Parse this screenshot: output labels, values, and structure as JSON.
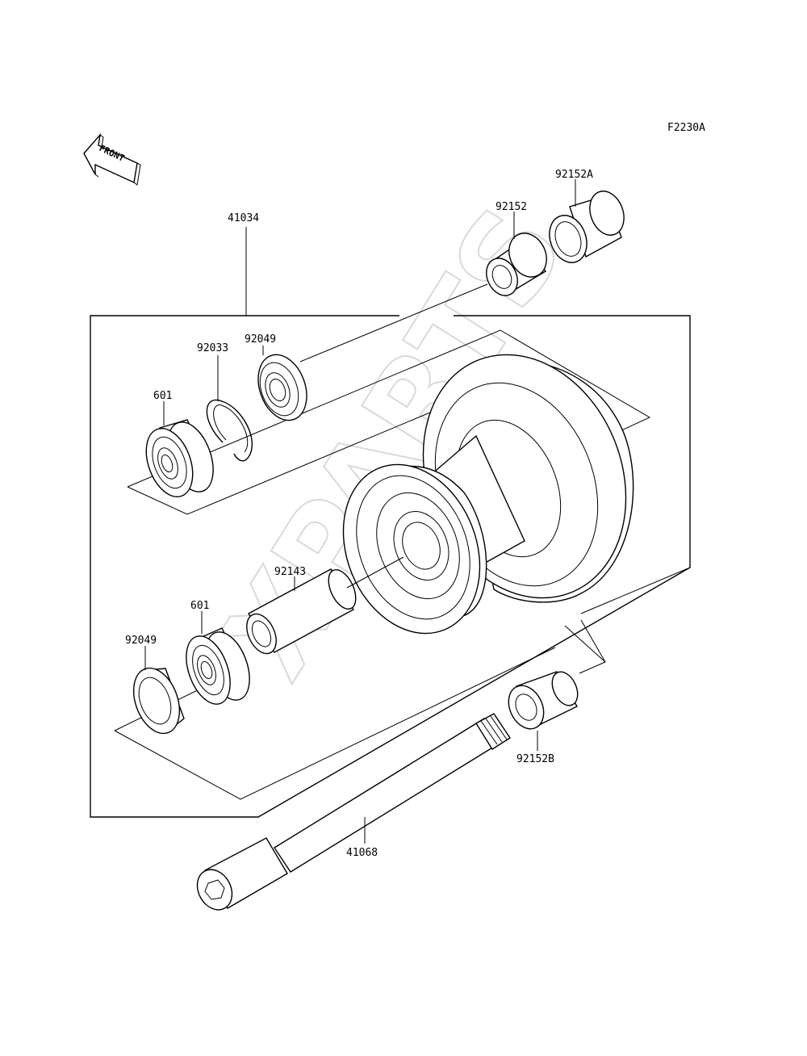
{
  "diagram": {
    "code": "F2230A",
    "direction_label": "FRONT",
    "watermark": "XPARTS",
    "parts": {
      "p41034": "41034",
      "p92152": "92152",
      "p92152A": "92152A",
      "p92049_top": "92049",
      "p92033": "92033",
      "p601_top": "601",
      "p92143": "92143",
      "p601_bottom": "601",
      "p92049_bottom": "92049",
      "p92152B": "92152B",
      "p41068": "41068"
    }
  }
}
